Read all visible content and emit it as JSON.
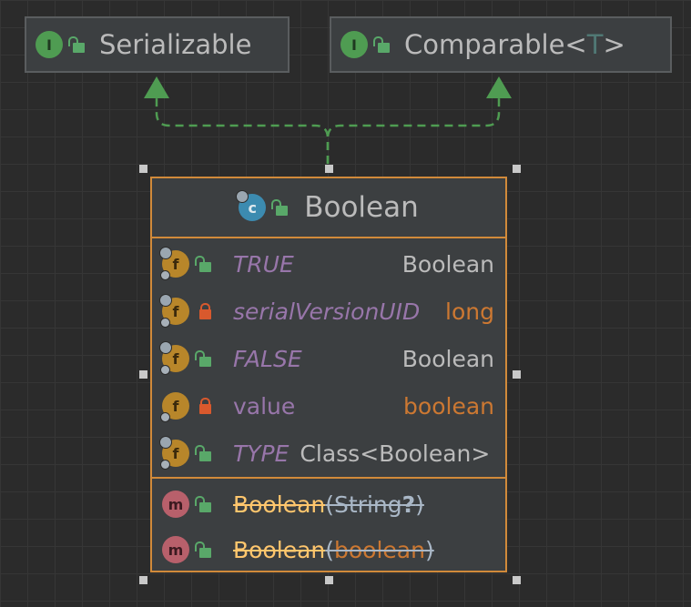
{
  "interfaces": [
    {
      "name": "Serializable",
      "badge": "I"
    },
    {
      "name_prefix": "Comparable<",
      "type_param": "T",
      "name_suffix": ">",
      "badge": "I"
    }
  ],
  "class": {
    "name": "Boolean",
    "badge": "c",
    "fields": [
      {
        "name": "TRUE",
        "type": "Boolean",
        "badge": "f",
        "access": "public",
        "static": true
      },
      {
        "name": "serialVersionUID",
        "type": "long",
        "badge": "f",
        "access": "private",
        "static": true
      },
      {
        "name": "FALSE",
        "type": "Boolean",
        "badge": "f",
        "access": "public",
        "static": true
      },
      {
        "name": "value",
        "type": "boolean",
        "badge": "f",
        "access": "private",
        "static": false
      },
      {
        "name": "TYPE",
        "type": "Class<Boolean>",
        "badge": "f",
        "access": "public",
        "static": true
      }
    ],
    "methods": [
      {
        "name": "Boolean",
        "params_open": "(String",
        "params_mark": "?",
        "params_close": ")",
        "badge": "m",
        "deprecated": true
      },
      {
        "name": "Boolean",
        "params_open": "(",
        "params_kw": "boolean",
        "params_close": ")",
        "badge": "m",
        "deprecated": true
      }
    ]
  },
  "colors": {
    "background": "#2b2b2b",
    "class_border": "#d18a3a",
    "edge": "#4f9c52",
    "field_name": "#9876aa",
    "keyword": "#cc7832",
    "method_name": "#ffc66d"
  },
  "icons": {
    "interface": "interface-icon",
    "class": "class-icon",
    "field": "field-icon",
    "method": "method-icon",
    "public": "public-lock-open-icon",
    "private": "private-lock-icon"
  }
}
